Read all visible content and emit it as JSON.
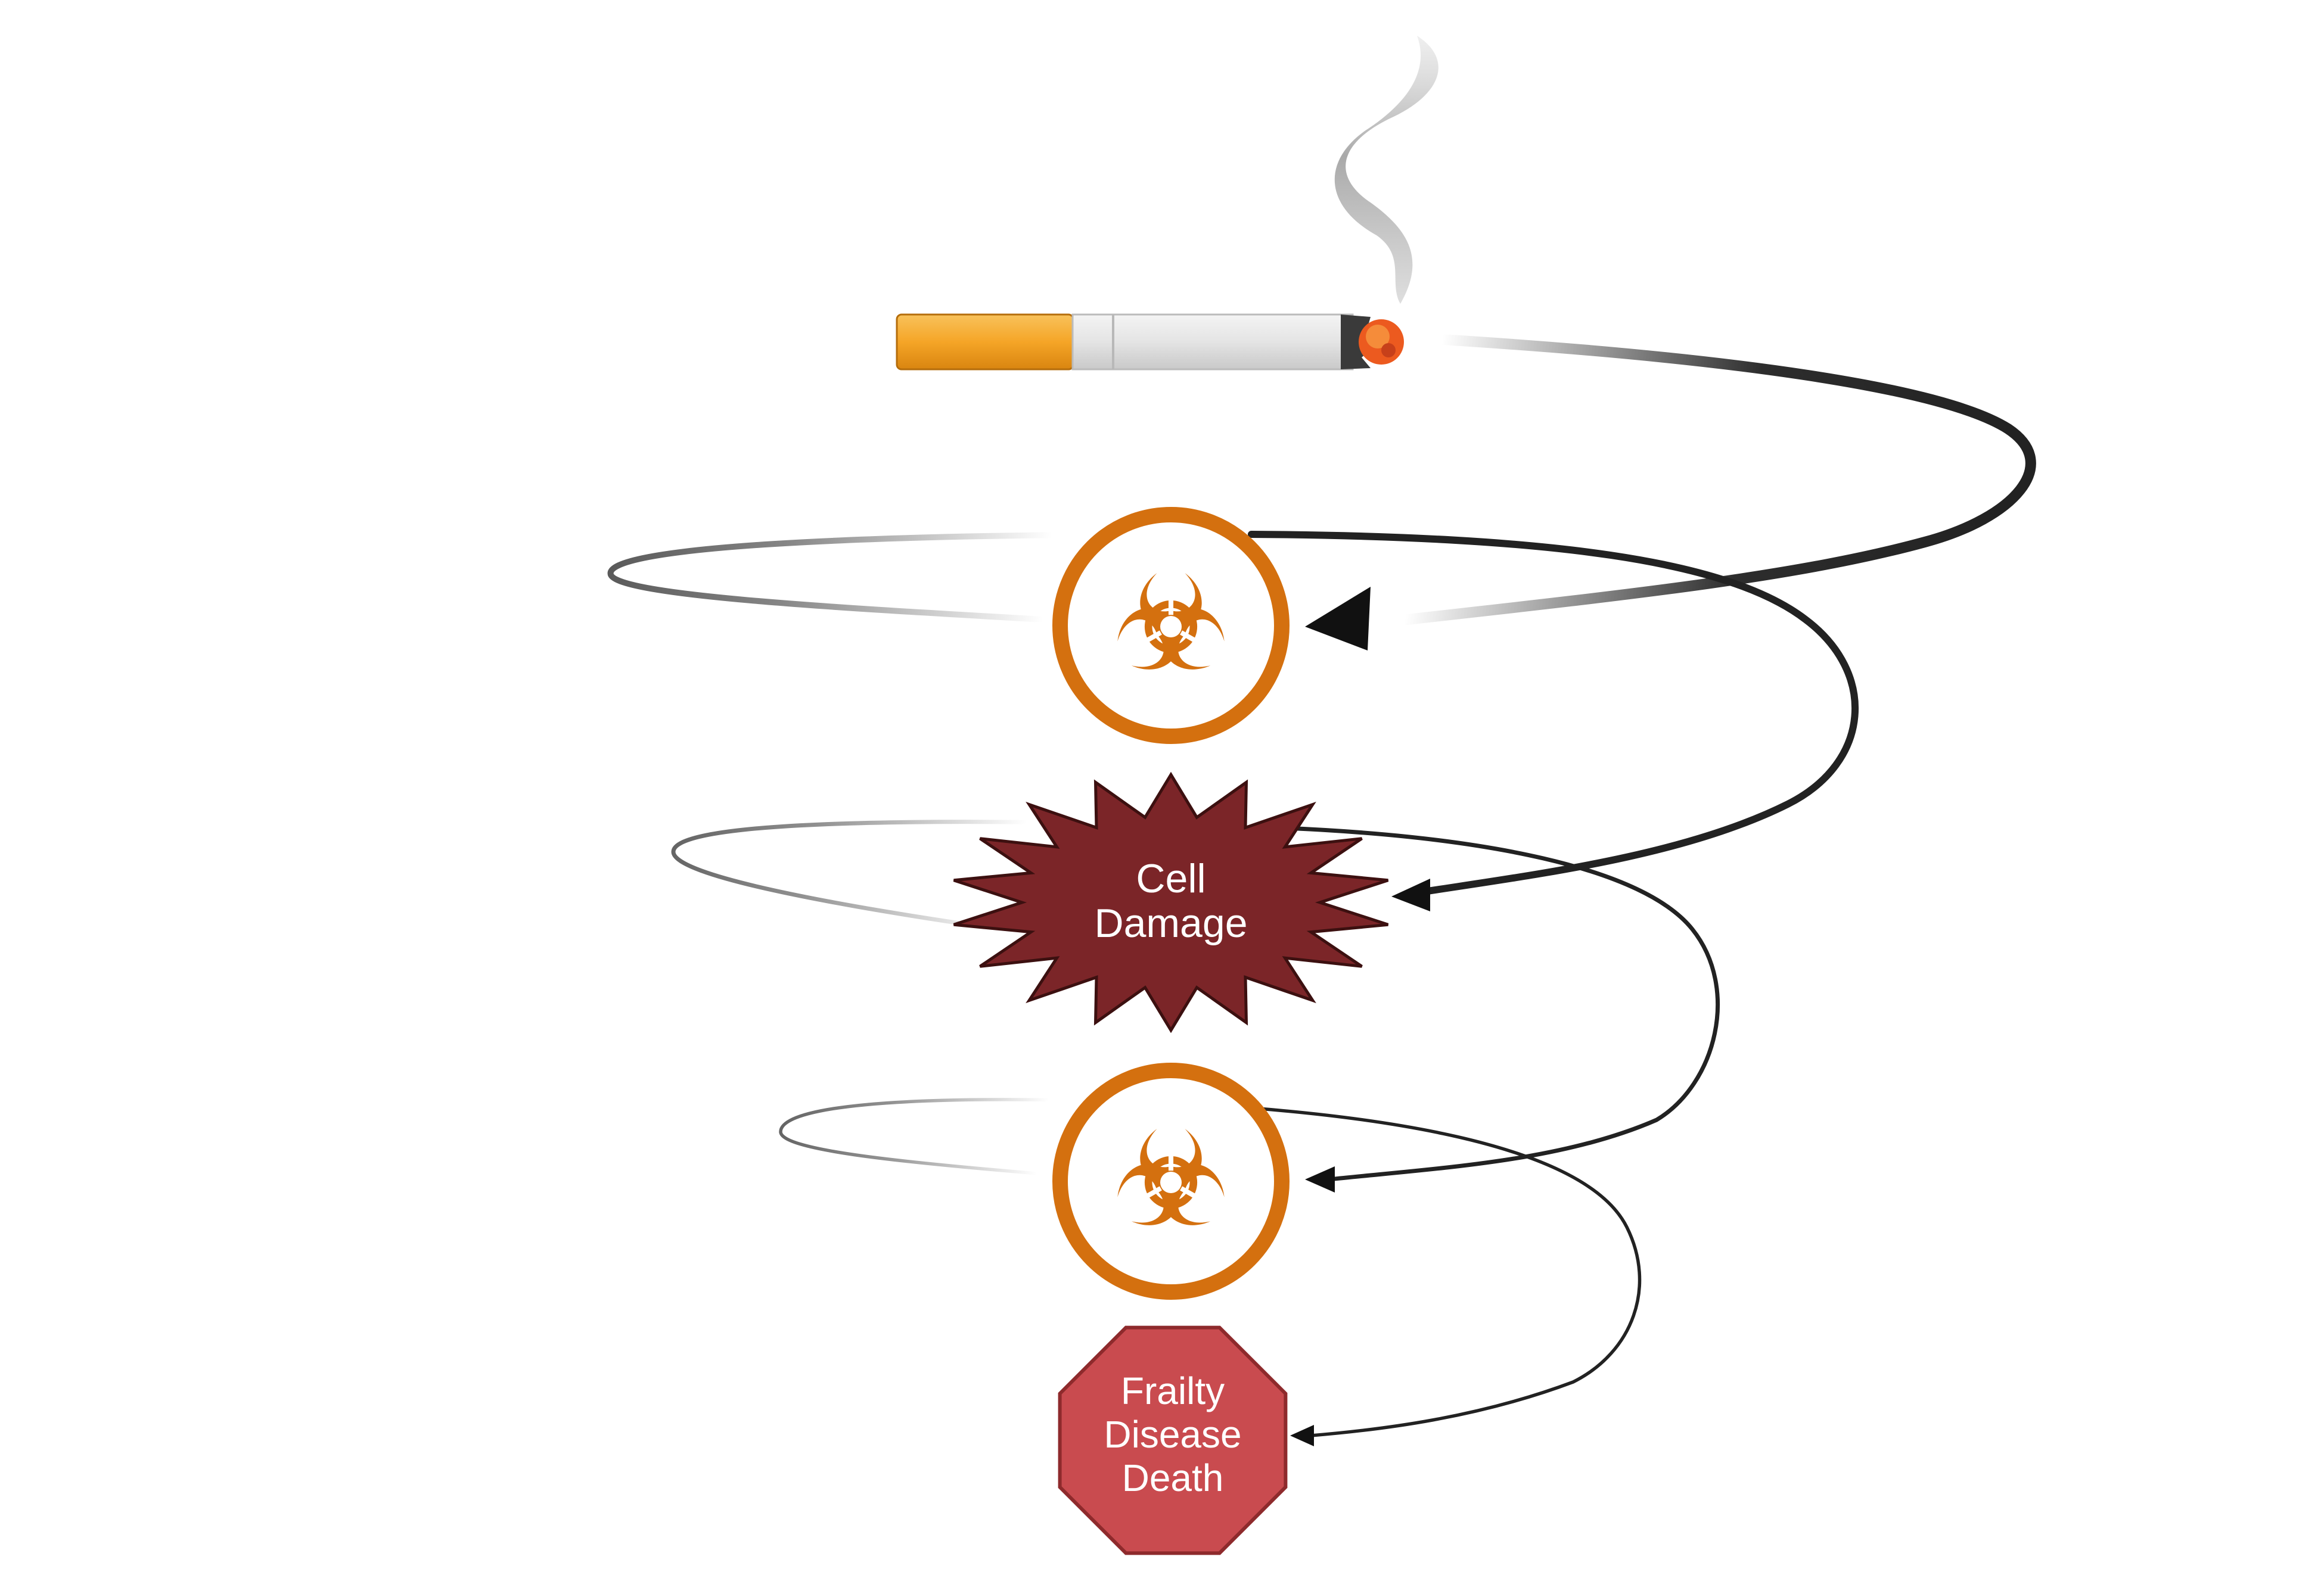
{
  "nodes": {
    "cell_damage": {
      "lines": [
        "Cell",
        "Damage"
      ]
    },
    "outcome": {
      "lines": [
        "Frailty",
        "Disease",
        "Death"
      ]
    }
  },
  "icons": {
    "cigarette": "cigarette-icon",
    "smoke": "smoke-icon",
    "toxin_1": "biohazard-icon",
    "toxin_2": "biohazard-icon"
  },
  "colors": {
    "biohazard_orange": "#d4700f",
    "cell_damage_fill": "#7b2528",
    "stop_sign_fill": "#c94b4f",
    "stop_sign_stroke": "#8e2a2c",
    "spiral": "#222222",
    "filter": "#f5a527",
    "ember": "#ec5a1f"
  }
}
